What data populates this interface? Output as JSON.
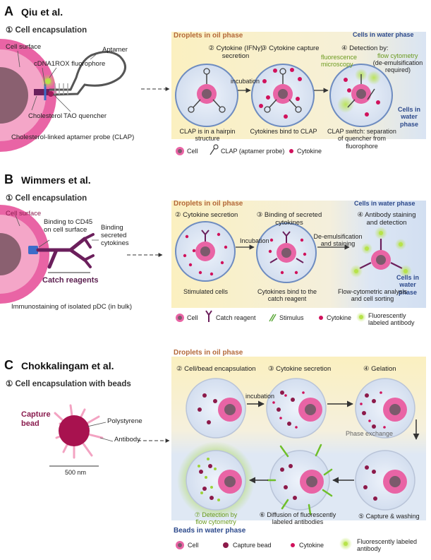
{
  "colors": {
    "oil": "#fbf1c2",
    "water": "#dbe6f4",
    "cell": "#e964a5",
    "nucleus": "#7c5a6c",
    "cytokine": "#d0125c",
    "reagent": "#6b1f5c",
    "fluor": "#b7e34a"
  },
  "panelA": {
    "letter": "A",
    "author": "Qiu et al.",
    "step1": "① Cell encapsulation",
    "labels": {
      "cell_surface": "Cell surface",
      "cdna1": "cDNA1",
      "rox": "ROX fluorophore",
      "aptamer": "Aptamer",
      "cholesterol": "Cholesterol",
      "tao": "TAO quencher"
    },
    "caption": "Cholesterol-linked aptamer probe (CLAP)",
    "oil_phase": "Droplets in oil phase",
    "water_phase": "Cells in water phase",
    "step2": "② Cytokine (IFNγ)\nsecretion",
    "step3": "③ Cytokine capture",
    "step4": "④ Detection by:",
    "fluor_micro": "fluorescence\nmicroscopy",
    "flow": "flow cytometry",
    "de_emul": "(de-emulsification\nrequired)",
    "incubation": "incubation",
    "cells_in_water": "Cells in\nwater phase",
    "cap1": "CLAP is in a hairpin\nstructure",
    "cap2": "Cytokines bind to CLAP",
    "cap3": "CLAP switch: separation\nof quencher from fluorophore",
    "legend": {
      "cell": "Cell",
      "clap": "CLAP (aptamer probe)",
      "cytokine": "Cytokine"
    }
  },
  "panelB": {
    "letter": "B",
    "author": "Wimmers et al.",
    "step1": "① Cell encapsulation",
    "labels": {
      "cell_surface": "Cell surface",
      "cd45": "Binding to CD45\non cell surface",
      "binding": "Binding\nsecreted\ncytokines",
      "catch": "Catch reagents"
    },
    "caption": "Immunostaining of isolated pDC (in bulk)",
    "oil_phase": "Droplets in oil phase",
    "water_phase": "Cells in water phase",
    "step2": "② Cytokine secretion",
    "step3": "③ Binding of secreted\ncytokines",
    "step4": "④ Antibody staining\nand detection",
    "incubation": "Incubation",
    "de_emul": "De-emulsification\nand staining",
    "cells_in_water": "Cells in\nwater phase",
    "cap1": "Stimulated cells",
    "cap2": "Cytokines bind to the\ncatch reagent",
    "cap3": "Flow-cytometric analysis\nand cell sorting",
    "legend": {
      "cell": "Cell",
      "catch": "Catch reagent",
      "stimulus": "Stimulus",
      "cytokine": "Cytokine",
      "fl_ab": "Fluorescently\nlabeled antibody"
    }
  },
  "panelC": {
    "letter": "C",
    "author": "Chokkalingam et al.",
    "step1": "① Cell encapsulation with beads",
    "labels": {
      "capture_bead": "Capture\nbead",
      "polystyrene": "Polystyrene",
      "antibody": "Antibody",
      "scale": "500 nm"
    },
    "oil_phase": "Droplets in oil phase",
    "water_phase": "Beads in water phase",
    "step2": "② Cell/bead encapsulation",
    "step3": "③ Cytokine secretion",
    "step4": "④ Gelation",
    "incubation": "incubation",
    "phase_exchange": "Phase exchange",
    "step5": "⑤ Capture & washing",
    "step6": "⑥ Diffusion of fluorescently\nlabeled antibodies",
    "step7": "⑦ Detection by\nflow cytometry",
    "legend": {
      "cell": "Cell",
      "capture_bead": "Capture bead",
      "cytokine": "Cytokine",
      "fl_ab": "Fluorescently labeled\nantibody"
    }
  }
}
